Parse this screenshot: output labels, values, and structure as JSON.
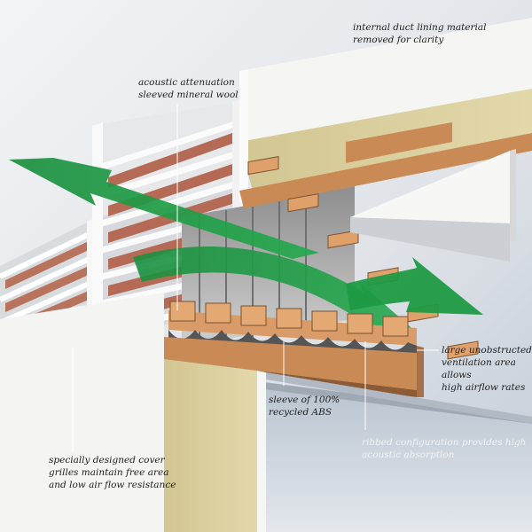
{
  "annotations": {
    "duct_lining": "internal duct lining material\nremoved for clarity",
    "mineral_wool": "acoustic attenuation\nsleeved mineral wool",
    "ventilation_area": "large unobstructed\nventilation area allows\nhigh airflow rates",
    "abs_sleeve": "sleeve of 100%\nrecycled ABS",
    "ribbed": "ribbed configuration provides high\nacoustic absorption",
    "cover_grilles": "specially designed cover\ngrilles maintain free area\nand low air flow resistance"
  },
  "colors": {
    "airflow_arrow": "#1f9a45",
    "mineral_wool": "#d8cc9a",
    "timber": "#c98a55",
    "wall_brick": "#b56a55",
    "panel_white": "#f4f4f2",
    "ceiling_blue": "#cdd5de"
  },
  "icons": [
    "airflow-arrow",
    "leader-line"
  ]
}
